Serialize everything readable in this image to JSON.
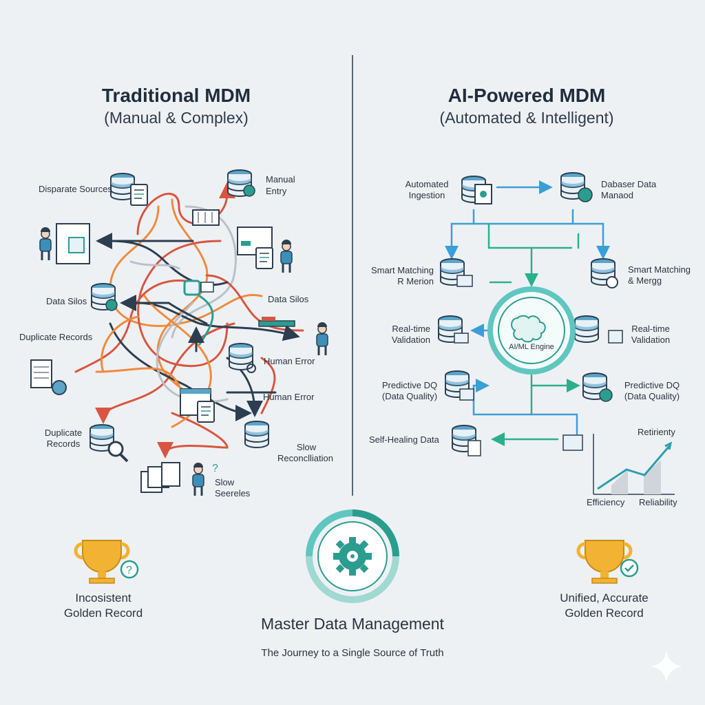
{
  "left": {
    "title": "Traditional MDM",
    "subtitle": "(Manual & Complex)",
    "labels": {
      "disparate_sources": "Disparate Sources",
      "manual_entry_1": "Manual",
      "manual_entry_2": "Entry",
      "data_silos_left": "Data Silos",
      "data_silos_right": "Data Silos",
      "duplicate_records_top": "Duplicate Records",
      "human_error_1": "Human Error",
      "human_error_2": "Human Error",
      "duplicate_records_1": "Duplicate",
      "duplicate_records_2": "Records",
      "slow_reconciliation_1": "Slow",
      "slow_reconciliation_2": "Reconclliation",
      "slow_searches_1": "Slow",
      "slow_searches_2": "Seereles"
    },
    "outcome_1": "Incosistent",
    "outcome_2": "Golden Record"
  },
  "right": {
    "title": "AI-Powered MDM",
    "subtitle": "(Automated & Intelligent)",
    "labels": {
      "automated_ingestion_1": "Automated",
      "automated_ingestion_2": "Ingestion",
      "database_data_1": "Dabaser Data",
      "database_data_2": "Manaod",
      "smart_matching_l1": "Smart Matching",
      "smart_matching_l2": "R Merion",
      "smart_matching_r1": "Smart Matching",
      "smart_matching_r2": "& Mergg",
      "realtime_l1": "Real-time",
      "realtime_l2": "Validation",
      "realtime_r1": "Real-time",
      "realtime_r2": "Validation",
      "engine": "AI/ML Engine",
      "predictive_l1": "Predictive DQ",
      "predictive_l2": "(Data Quality)",
      "predictive_r1": "Predictive DQ",
      "predictive_r2": "(Data Quality)",
      "self_healing": "Self-Healing Data",
      "chart_title": "Retirienty",
      "chart_x1": "Efficiency",
      "chart_x2": "Reliability"
    },
    "outcome_1": "Unified, Accurate",
    "outcome_2": "Golden Record"
  },
  "center": {
    "title": "Master Data Management",
    "subtitle": "The Journey to a Single Source of Truth"
  },
  "icons": [
    "database-icon",
    "document-icon",
    "person-icon",
    "trophy-icon",
    "question-icon",
    "check-icon",
    "brain-icon",
    "gear-icon",
    "magnifier-icon",
    "sparkle-icon"
  ],
  "colors": {
    "teal": "#2a9d8f",
    "navy": "#2c3e50",
    "blue": "#3a9fd6",
    "red": "#d9553f",
    "orange": "#f08a3c",
    "gold": "#f2b233",
    "gray": "#b9c0c8"
  }
}
